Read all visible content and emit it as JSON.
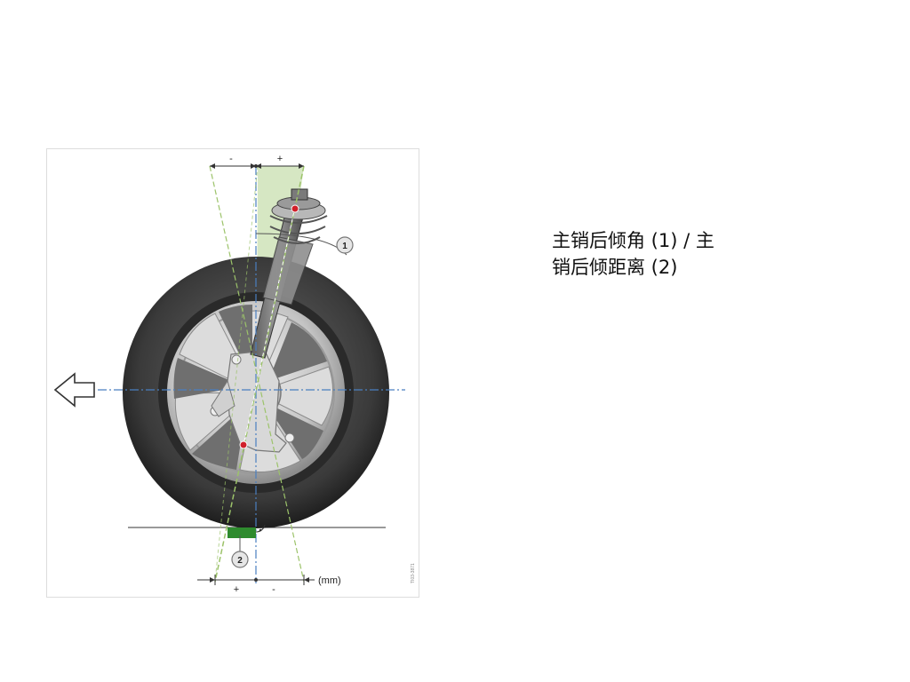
{
  "slide": {
    "caption_line1": "主销后倾角 (1) / 主",
    "caption_line2": "销后倾距离 (2)"
  },
  "diagram": {
    "top_dim_minus": "-",
    "top_dim_plus": "+",
    "bottom_dim_plus": "+",
    "bottom_dim_minus": "-",
    "unit_label": "(mm)",
    "callout_1": "1",
    "callout_2": "2",
    "figure_ref": "TI03-3871",
    "colors": {
      "angle_fill": "#cfe3b8",
      "offset_fill": "#2e8b2e",
      "pivot_point": "#d0202a",
      "centerline": "#4a7fc0",
      "tire": "#3a3a3a",
      "rim": "#c8c8c8"
    }
  }
}
